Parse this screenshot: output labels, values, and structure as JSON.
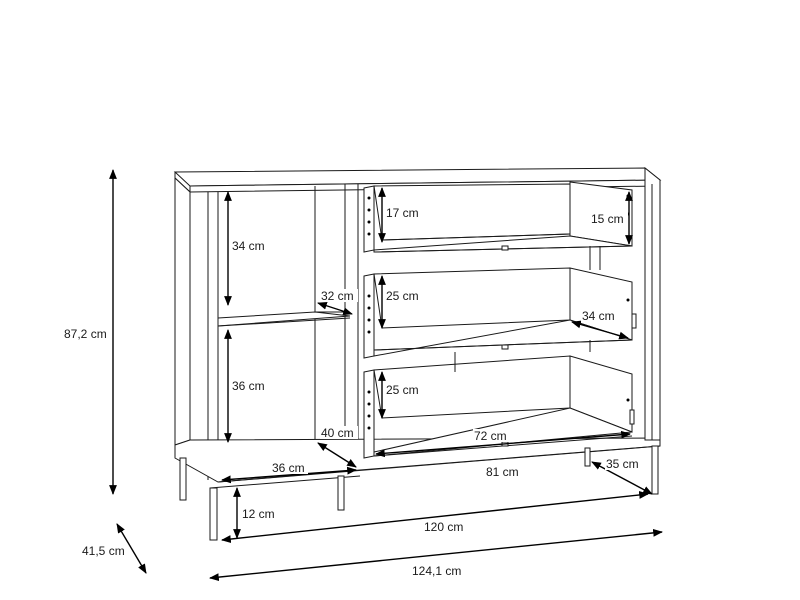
{
  "dimensions": {
    "total_height": "87,2 cm",
    "depth": "41,5 cm",
    "total_width": "124,1 cm",
    "body_width": "120 cm",
    "leg_height": "12 cm",
    "left_compartment_width": "36 cm",
    "left_compartment_depth": "40 cm",
    "shelf_depth": "32 cm",
    "upper_compartment_height": "34 cm",
    "lower_compartment_height": "36 cm",
    "top_drawer_height": "17 cm",
    "top_drawer_inner_height": "15 cm",
    "middle_drawer_height": "25 cm",
    "middle_drawer_depth": "34 cm",
    "bottom_drawer_height": "25 cm",
    "bottom_drawer_width": "72 cm",
    "drawer_section_width": "81 cm",
    "drawer_section_depth": "35 cm"
  }
}
